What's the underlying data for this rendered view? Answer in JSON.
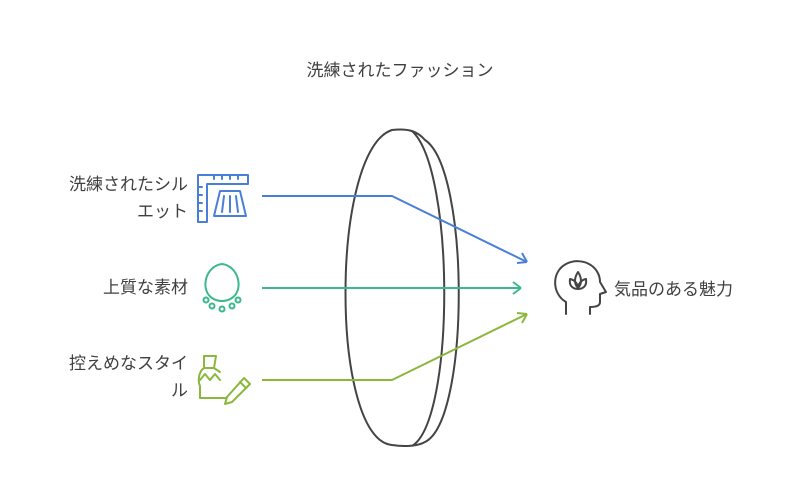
{
  "title": "洗練されたファッション",
  "inputs": [
    {
      "lines": [
        "洗練されたシル",
        "エット"
      ],
      "icon": "ruler-skirt-icon",
      "color": "#4a7fd6"
    },
    {
      "lines": [
        "上質な素材"
      ],
      "icon": "necklace-icon",
      "color": "#3ab98a"
    },
    {
      "lines": [
        "控えめなスタイ",
        "ル"
      ],
      "icon": "dress-pencil-icon",
      "color": "#8ab83c"
    }
  ],
  "output": {
    "label": "気品のある魅力",
    "icon": "head-lotus-icon"
  }
}
